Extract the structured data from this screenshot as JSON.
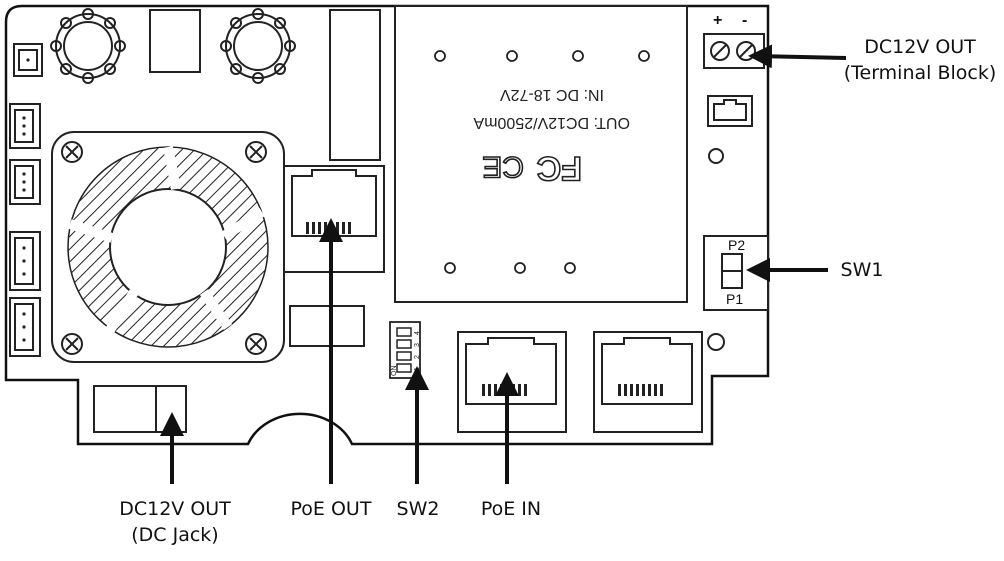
{
  "diagram": {
    "labels": {
      "dc_out_terminal": {
        "line1": "DC12V OUT",
        "line2": "(Terminal Block)"
      },
      "sw1": "SW1",
      "dc_out_jack": {
        "line1": "DC12V OUT",
        "line2": "(DC Jack)"
      },
      "poe_out": "PoE OUT",
      "sw2": "SW2",
      "poe_in": "PoE IN"
    },
    "board_markings": {
      "terminal_plus": "+",
      "terminal_minus": "-",
      "p2": "P2",
      "p1": "P1",
      "module_input": "IN: DC 18-72V",
      "module_output": "OUT: DC12V/2500mA",
      "module_ce": "CE",
      "module_fc": "FC",
      "dip_label": "ON",
      "dip_numbers": [
        "1",
        "2",
        "3",
        "4"
      ]
    },
    "colors": {
      "line": "#1a1a1a",
      "board": "#ffffff",
      "background": "#ffffff"
    }
  }
}
